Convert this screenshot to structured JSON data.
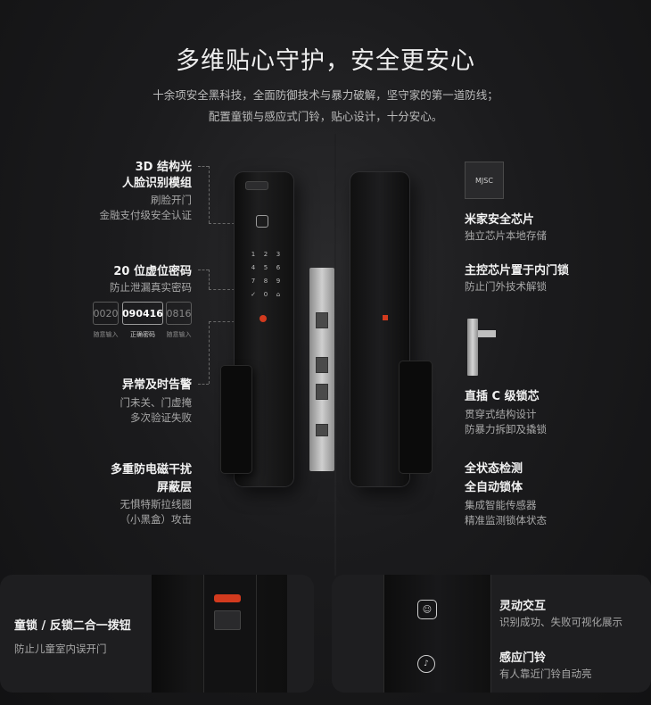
{
  "header": {
    "title": "多维贴心守护，安全更安心",
    "subtitle_line1": "十余项安全黑科技，全面防御技术与暴力破解，坚守家的第一道防线；",
    "subtitle_line2": "配置童锁与感应式门铃，贴心设计，十分安心。"
  },
  "left_features": [
    {
      "title1": "3D 结构光",
      "title2": "人脸识别模组",
      "desc1": "刷脸开门",
      "desc2": "金融支付级安全认证"
    },
    {
      "title1": "20 位虚位密码",
      "desc1": "防止泄漏真实密码"
    },
    {
      "title1": "异常及时告警",
      "desc1": "门未关、门虚掩",
      "desc2": "多次验证失败"
    },
    {
      "title1": "多重防电磁干扰",
      "title2": "屏蔽层",
      "desc1": "无惧特斯拉线圈",
      "desc2": "（小黑盒）攻击"
    }
  ],
  "password_demo": {
    "boxes": [
      "0020",
      "090416",
      "0816"
    ],
    "labels": [
      "随意输入",
      "正确密码",
      "随意输入"
    ]
  },
  "right_features": [
    {
      "title1": "米家安全芯片",
      "desc1": "独立芯片本地存储",
      "chip_label": "MJSC"
    },
    {
      "title1": "主控芯片置于内门锁",
      "desc1": "防止门外技术解锁"
    },
    {
      "title1": "直插 C 级锁芯",
      "desc1": "贯穿式结构设计",
      "desc2": "防暴力拆卸及撬锁"
    },
    {
      "title1": "全状态检测",
      "title2": "全自动锁体",
      "desc1": "集成智能传感器",
      "desc2": "精准监测锁体状态"
    }
  ],
  "keypad": [
    "1",
    "2",
    "3",
    "4",
    "5",
    "6",
    "7",
    "8",
    "9",
    "✓",
    "0",
    "⌂"
  ],
  "bottom": {
    "left": {
      "title": "童锁 / 反锁二合一拨钮",
      "desc": "防止儿童室内误开门"
    },
    "right": [
      {
        "title": "灵动交互",
        "desc": "识别成功、失败可视化展示"
      },
      {
        "title": "感应门铃",
        "desc": "有人靠近门铃自动亮"
      }
    ]
  },
  "colors": {
    "accent_red": "#d23a1e",
    "background": "#1b1b1d"
  }
}
